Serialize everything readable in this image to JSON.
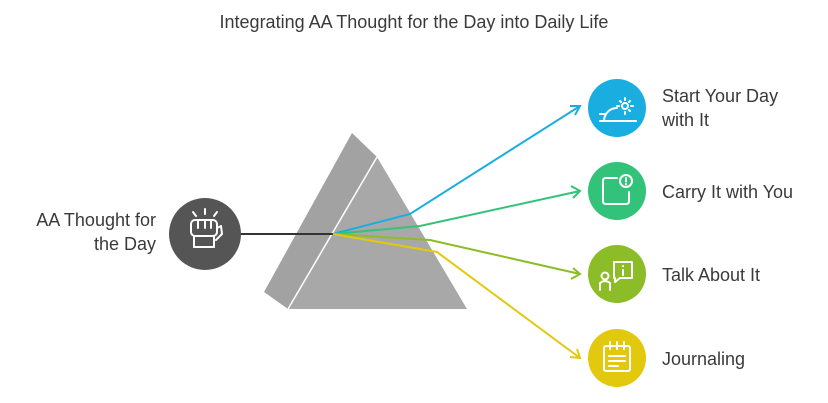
{
  "title": "Integrating AA Thought for the Day into Daily Life",
  "source": {
    "label_line1": "AA Thought for",
    "label_line2": "the Day",
    "icon": "raised-fist-icon",
    "color": "#555555"
  },
  "prism_color": "#a8a8a8",
  "outputs": [
    {
      "label_line1": "Start Your Day",
      "label_line2": "with It",
      "icon": "sunrise-icon",
      "color": "#1aaee0"
    },
    {
      "label_line1": "Carry It with You",
      "label_line2": "",
      "icon": "alert-note-icon",
      "color": "#33c27a"
    },
    {
      "label_line1": "Talk About It",
      "label_line2": "",
      "icon": "person-speech-icon",
      "color": "#8cbd28"
    },
    {
      "label_line1": "Journaling",
      "label_line2": "",
      "icon": "calendar-notes-icon",
      "color": "#e2c90e"
    }
  ]
}
